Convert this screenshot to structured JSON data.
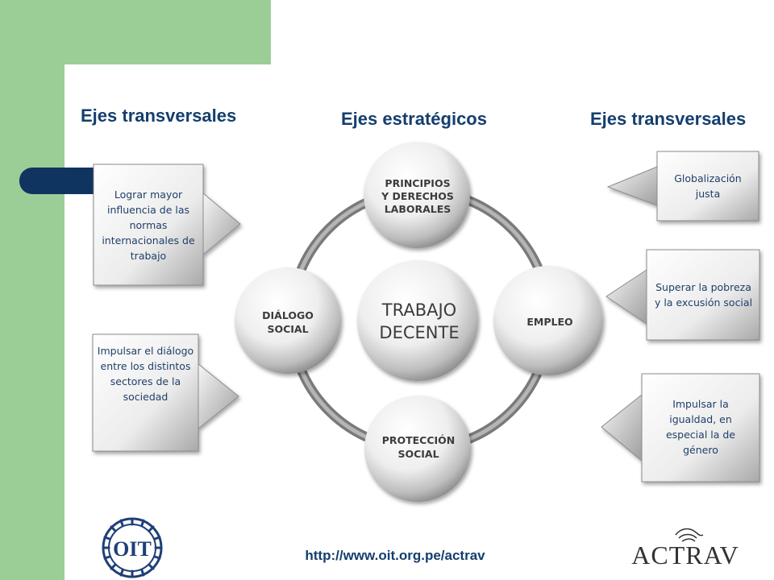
{
  "headings": {
    "left": "Ejes transversales",
    "center": "Ejes estratégicos",
    "right": "Ejes transversales"
  },
  "center": {
    "line1": "TRABAJO",
    "line2": "DECENTE"
  },
  "nodes": {
    "top": {
      "line1": "PRINCIPIOS",
      "line2": "Y DERECHOS",
      "line3": "LABORALES"
    },
    "right": {
      "line1": "EMPLEO"
    },
    "bottom": {
      "line1": "PROTECCIÓN",
      "line2": "SOCIAL"
    },
    "left": {
      "line1": "DIÁLOGO",
      "line2": "SOCIAL"
    }
  },
  "left_boxes": [
    {
      "text": "Lograr mayor influencia de las normas internacionales de trabajo"
    },
    {
      "text": "Impulsar el diálogo entre los distintos sectores de la sociedad"
    }
  ],
  "right_boxes": [
    {
      "text": "Globalización justa"
    },
    {
      "text": "Superar la pobreza y la excusión social"
    },
    {
      "text": "Impulsar la igualdad, en especial la de género"
    }
  ],
  "footer": {
    "url": "http://www.oit.org.pe/actrav"
  },
  "logos": {
    "oit": "OIT",
    "actrav": "ACTRAV"
  },
  "colors": {
    "green": "#9bcd96",
    "navy": "#0f3460",
    "heading": "#143e6e",
    "box_text": "#1f3f6a"
  }
}
